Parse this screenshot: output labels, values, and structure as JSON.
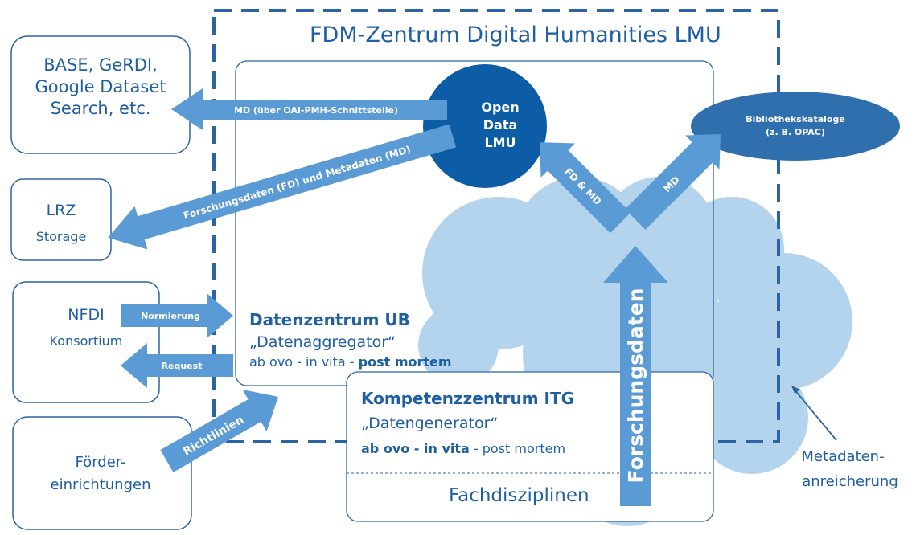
{
  "title": "FDM-Zentrum Digital Humanities LMU",
  "colors": {
    "dark_blue": "#1f5fa3",
    "deep_blue": "#0d5da6",
    "arrow_blue": "#5b9bd5",
    "cloud_blue": "#b4d4ee",
    "ellipse_blue": "#2f6fad",
    "border_blue": "#2a64a4"
  },
  "external": {
    "base": {
      "line1": "BASE, GeRDI,",
      "line2": "Google Dataset",
      "line3": "Search, etc."
    },
    "lrz": {
      "name": "LRZ",
      "sub": "Storage"
    },
    "nfdi": {
      "name": "NFDI",
      "sub": "Konsortium"
    },
    "foerder": {
      "line1": "Förder-",
      "line2": "einrichtungen"
    }
  },
  "open_data": {
    "line1": "Open",
    "line2": "Data",
    "line3": "LMU"
  },
  "bibliothek": {
    "line1": "Bibliothekskataloge",
    "line2": "(z. B. OPAC)"
  },
  "datenzentrum": {
    "title": "Datenzentrum UB",
    "role": "„Datenaggregator“",
    "phase_normal": "ab ovo - in vita - ",
    "phase_bold": "post mortem"
  },
  "kompetenzzentrum": {
    "title": "Kompetenzzentrum ITG",
    "role": "„Datengenerator“",
    "phase_bold": "ab ovo - in vita",
    "phase_normal": " - post mortem",
    "fach": "Fachdisziplinen"
  },
  "arrows": {
    "md_oai": "MD (über OAI-PMH-Schnittstelle)",
    "fd_md": "Forschungsdaten (FD) und Metadaten (MD)",
    "normierung": "Normierung",
    "request": "Request",
    "richtlinien": "Richtlinien",
    "fd_and_md": "FD & MD",
    "md": "MD",
    "forschungsdaten": "Forschungsdaten"
  },
  "metadaten": {
    "line1": "Metadaten-",
    "line2": "anreicherung"
  }
}
